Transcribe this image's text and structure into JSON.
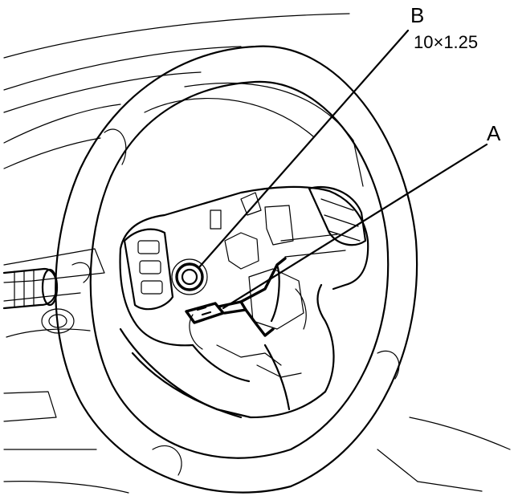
{
  "callouts": {
    "b": {
      "letter": "B",
      "spec": "10×1.25"
    },
    "a": {
      "letter": "A"
    }
  }
}
